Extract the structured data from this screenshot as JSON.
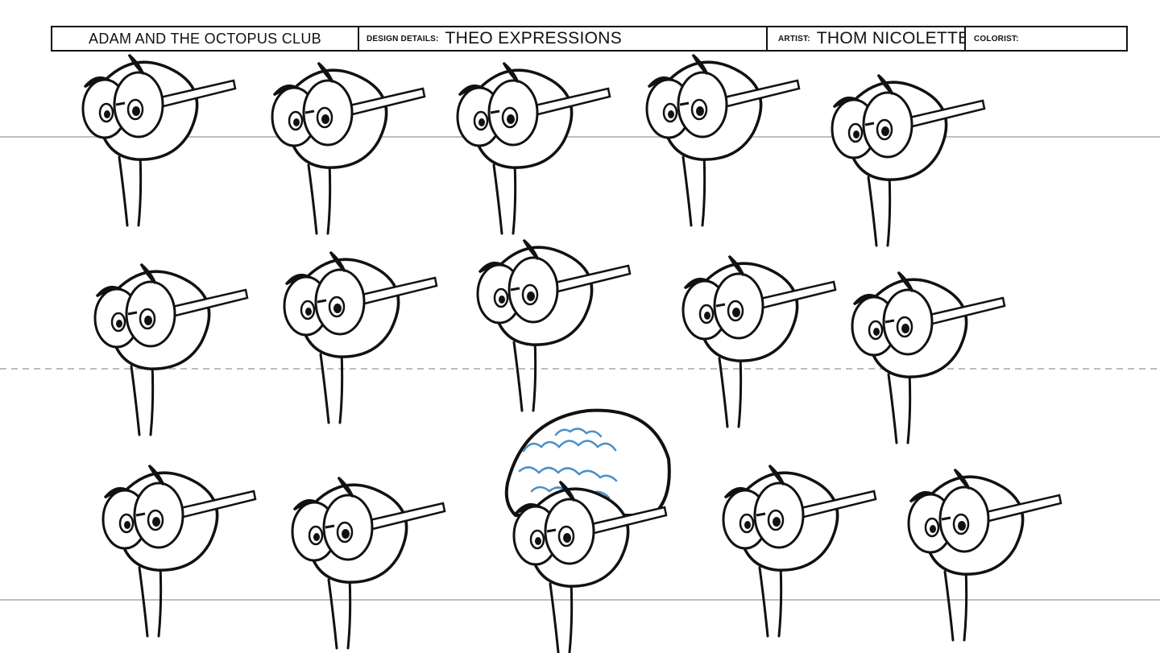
{
  "header": {
    "show_title": "ADAM AND THE OCTOPUS CLUB",
    "design_details_label": "DESIGN DETAILS:",
    "design_details_value": "THEO EXPRESSIONS",
    "artist_label": "ARTIST:",
    "artist_value": "THOM NICOLETTE",
    "colorist_label": "COLORIST:",
    "colorist_value": ""
  },
  "sheet": {
    "expression_count": 15,
    "line_color": "#111111",
    "guide_color": "#bdbdbd",
    "brain_color": "#4a90c8"
  }
}
